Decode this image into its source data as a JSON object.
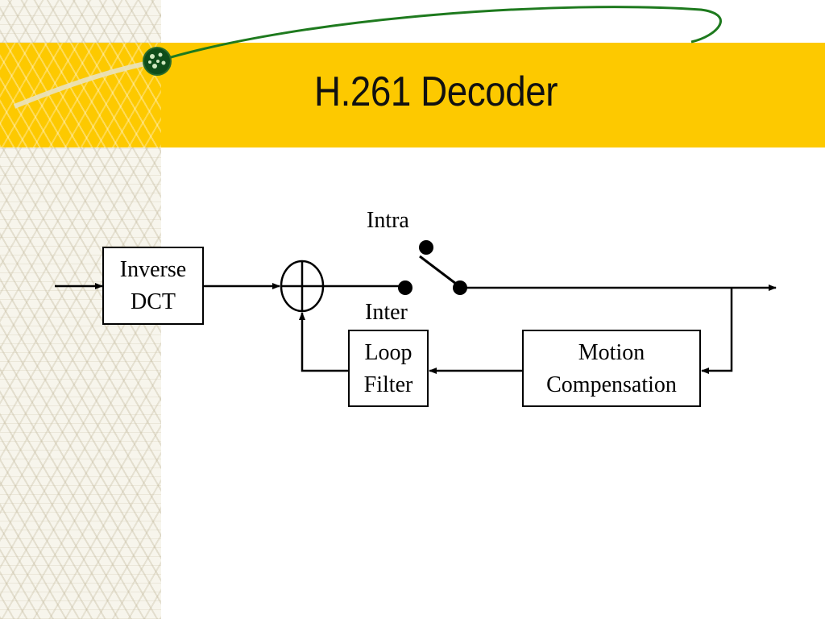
{
  "slide": {
    "title": "H.261 Decoder",
    "accent_color": "#fdc900",
    "swoosh_color": "#1e7a1e"
  },
  "diagram": {
    "nodes": {
      "inverse_dct": {
        "line1": "Inverse",
        "line2": "DCT"
      },
      "loop_filter": {
        "line1": "Loop",
        "line2": "Filter"
      },
      "motion_compensation": {
        "line1": "Motion",
        "line2": "Compensation"
      }
    },
    "switch": {
      "intra_label": "Intra",
      "inter_label": "Inter"
    }
  }
}
